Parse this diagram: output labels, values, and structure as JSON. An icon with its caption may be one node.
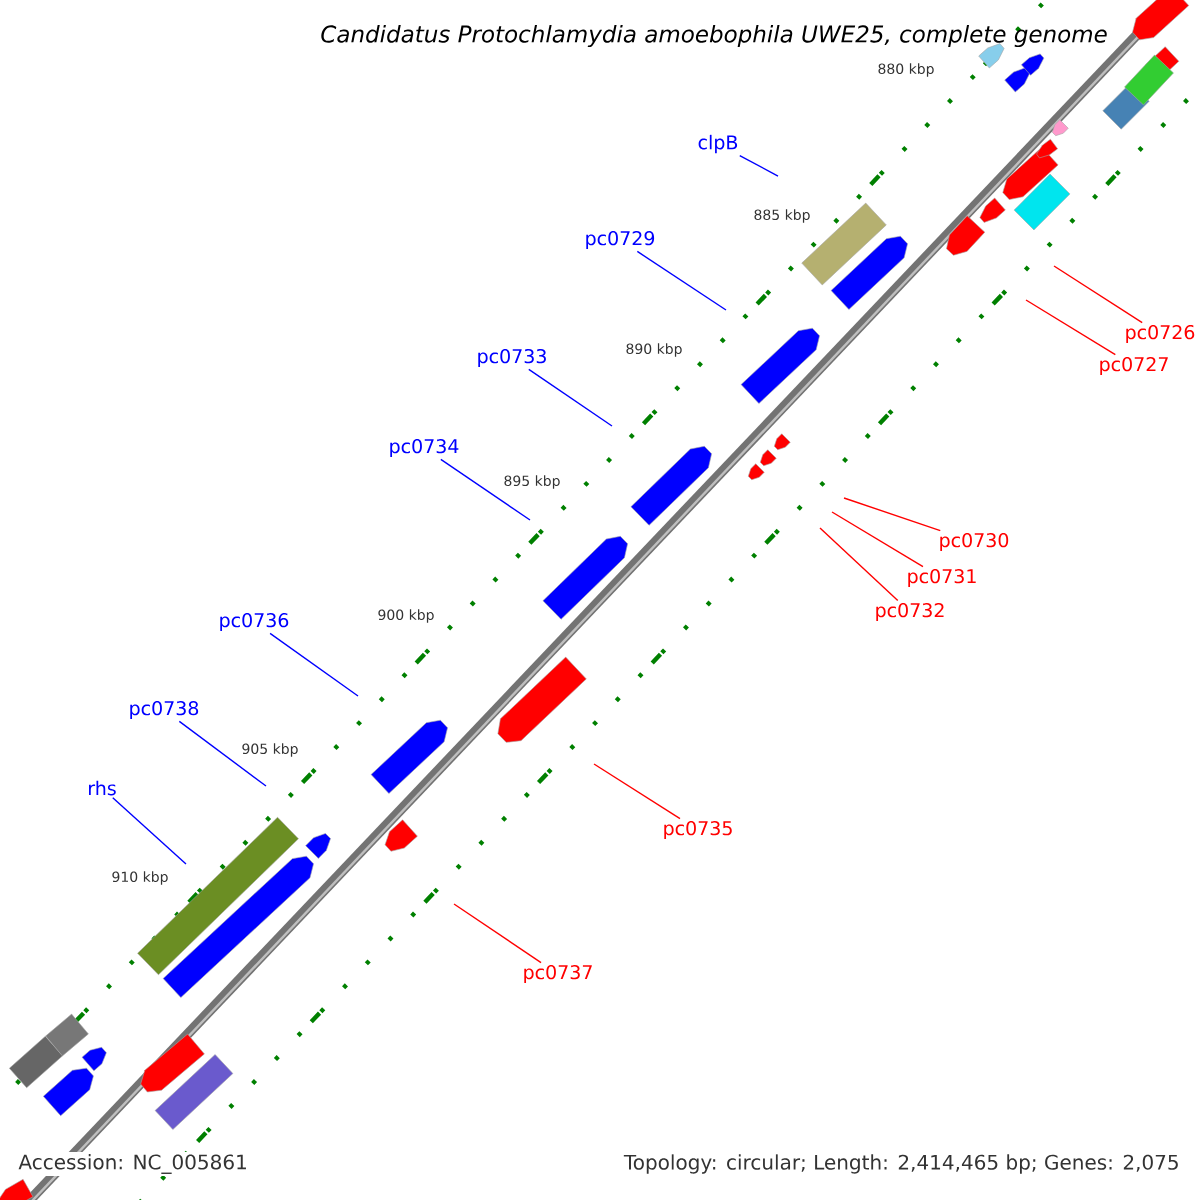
{
  "diagram": {
    "title": "Candidatus Protochlamydia amoebophila UWE25, complete genome",
    "nodes": [
      {
        "text": [
          "clpB"
        ]
      },
      {
        "text": [
          "pc0729"
        ]
      },
      {
        "text": [
          "pc0726"
        ]
      },
      {
        "text": [
          "pc0733"
        ]
      },
      {
        "text": [
          "pc0727"
        ]
      },
      {
        "text": [
          "pc0734"
        ]
      },
      {
        "text": [
          "pc0730"
        ]
      },
      {
        "text": [
          "pc0731"
        ]
      },
      {
        "text": [
          "pc0732"
        ]
      },
      {
        "text": [
          "pc0736"
        ]
      },
      {
        "text": [
          "pc0738"
        ]
      },
      {
        "text": [
          "rhs"
        ]
      },
      {
        "text": [
          "pc0735"
        ]
      },
      {
        "text": [
          "pc0737"
        ]
      }
    ],
    "edges": [
      {
        "from": 0,
        "to": null,
        "arrow": "none",
        "color": "#0000ff"
      },
      {
        "from": 1,
        "to": null,
        "arrow": "none",
        "color": "#0000ff"
      },
      {
        "from": 2,
        "to": null,
        "arrow": "none",
        "color": "#ff0000"
      },
      {
        "from": 3,
        "to": null,
        "arrow": "none",
        "color": "#0000ff"
      },
      {
        "from": 4,
        "to": null,
        "arrow": "none",
        "color": "#ff0000"
      },
      {
        "from": 5,
        "to": null,
        "arrow": "none",
        "color": "#0000ff"
      },
      {
        "from": 6,
        "to": null,
        "arrow": "none",
        "color": "#ff0000"
      },
      {
        "from": 7,
        "to": null,
        "arrow": "none",
        "color": "#ff0000"
      },
      {
        "from": 8,
        "to": null,
        "arrow": "none",
        "color": "#ff0000"
      },
      {
        "from": 9,
        "to": null,
        "arrow": "none",
        "color": "#0000ff"
      },
      {
        "from": 10,
        "to": null,
        "arrow": "none",
        "color": "#0000ff"
      },
      {
        "from": 11,
        "to": null,
        "arrow": "none",
        "color": "#0000ff"
      },
      {
        "from": 12,
        "to": null,
        "arrow": "none",
        "color": "#ff0000"
      },
      {
        "from": 13,
        "to": null,
        "arrow": "none",
        "color": "#ff0000"
      }
    ],
    "labels": [
      "880 kbp",
      "885 kbp",
      "890 kbp",
      "895 kbp",
      "900 kbp",
      "905 kbp",
      "910 kbp",
      "Accession: NC_005861",
      "Topology: circular; Length: 2,414,465 bp; Genes: 2,075"
    ]
  }
}
